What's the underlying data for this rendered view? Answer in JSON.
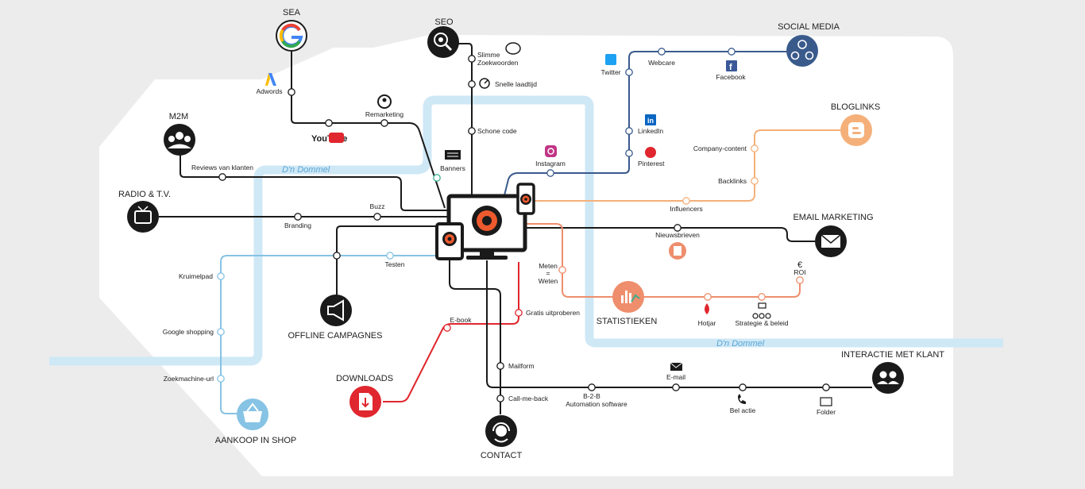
{
  "hubs": {
    "sea": "SEA",
    "seo": "SEO",
    "social_media": "SOCIAL MEDIA",
    "bloglinks": "BLOGLINKS",
    "m2m": "M2M",
    "radio_tv": "RADIO & T.V.",
    "email_marketing": "EMAIL MARKETING",
    "offline_campagnes": "OFFLINE CAMPAGNES",
    "statistieken": "STATISTIEKEN",
    "downloads": "DOWNLOADS",
    "contact": "CONTACT",
    "aankoop_in_shop": "AANKOOP IN SHOP",
    "interactie_met_klant": "INTERACTIE MET KLANT"
  },
  "stations": {
    "adwords": "Adwords",
    "remarketing": "Remarketing",
    "slimme_zoekwoorden_1": "Slimme",
    "slimme_zoekwoorden_2": "Zoekwoorden",
    "snelle_laadtijd": "Snelle laadtijd",
    "schone_code": "Schone code",
    "banners": "Banners",
    "twitter": "Twitter",
    "webcare": "Webcare",
    "facebook": "Facebook",
    "linkedin": "LinkedIn",
    "pinterest": "Pinterest",
    "instagram": "Instagram",
    "company_content": "Company-content",
    "backlinks": "Backlinks",
    "influencers": "Influencers",
    "reviews_van_klanten": "Reviews van klanten",
    "branding": "Branding",
    "buzz": "Buzz",
    "nieuwsbrieven": "Nieuwsbrieven",
    "kruimelpad": "Kruimelpad",
    "testen": "Testen",
    "google_shopping": "Google shopping",
    "zoekmachine_url": "Zoekmachine-url",
    "meten_1": "Meten",
    "meten_2": "=",
    "meten_3": "Weten",
    "roi_symbol": "€",
    "roi": "ROI",
    "hotjar": "Hotjar",
    "strategie_beleid": "Strategie & beleid",
    "e_book": "E-book",
    "gratis_uitproberen": "Gratis uitproberen",
    "mailform": "Mailform",
    "call_me_back": "Call-me-back",
    "b2b_1": "B-2-B",
    "b2b_2": "Automation software",
    "e_mail": "E-mail",
    "bel_actie": "Bel actie",
    "folder": "Folder"
  },
  "rivers": {
    "river_label_1": "D'n Dommel",
    "river_label_2": "D'n Dommel"
  },
  "logos": {
    "youtube": "YouTube"
  },
  "colors": {
    "black_line": "#1a1a1a",
    "navy_line": "#3a5a8c",
    "orange_line": "#f5b07a",
    "salmon_line": "#ee8e6c",
    "red_line": "#e0262e",
    "lightblue_line": "#86c3e4",
    "river": "#cfe8f6",
    "land": "#ffffff",
    "background": "#ececec"
  },
  "icons": {
    "sea": "google-icon",
    "seo": "magnifier-gear-icon",
    "social_media": "people-network-icon",
    "bloglinks": "blogger-icon",
    "m2m": "group-icon",
    "radio_tv": "tv-icon",
    "email_marketing": "envelope-icon",
    "offline_campagnes": "megaphone-icon",
    "statistieken": "chart-icon",
    "downloads": "download-document-icon",
    "contact": "headset-icon",
    "aankoop_in_shop": "shopping-basket-icon",
    "interactie_met_klant": "people-icon",
    "center": "devices-icon"
  }
}
